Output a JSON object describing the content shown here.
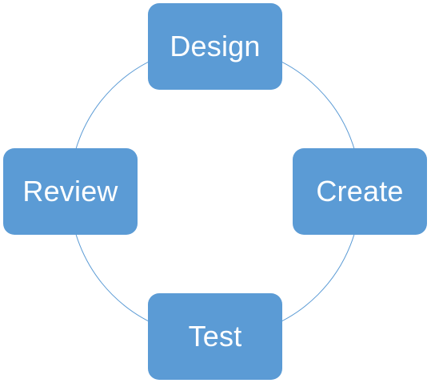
{
  "diagram": {
    "colors": {
      "node_fill": "#5B9BD5",
      "connector": "#5B9BD5",
      "text": "#FFFFFF"
    },
    "nodes": [
      {
        "label": "Design"
      },
      {
        "label": "Create"
      },
      {
        "label": "Test"
      },
      {
        "label": "Review"
      }
    ]
  }
}
